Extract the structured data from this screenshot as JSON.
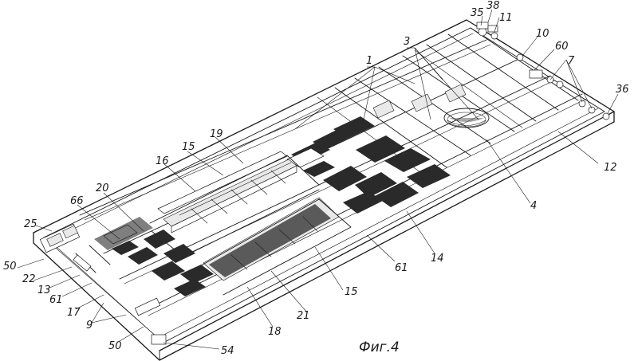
{
  "caption": "Фиг.4",
  "callouts": {
    "n1": "1",
    "n3": "3",
    "n4": "4",
    "n7": "7",
    "n9": "9",
    "n10": "10",
    "n11": "11",
    "n12": "12",
    "n13": "13",
    "n14": "14",
    "n15a": "15",
    "n15b": "15",
    "n16": "16",
    "n17": "17",
    "n18": "18",
    "n19": "19",
    "n20": "20",
    "n21": "21",
    "n22": "22",
    "n25": "25",
    "n35": "35",
    "n36": "36",
    "n38": "38",
    "n50a": "50",
    "n50b": "50",
    "n54": "54",
    "n60": "60",
    "n61a": "61",
    "n61b": "61",
    "n66": "66"
  }
}
